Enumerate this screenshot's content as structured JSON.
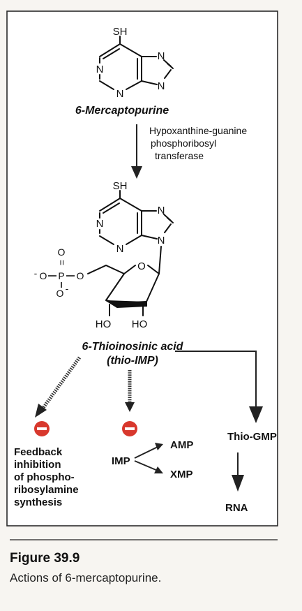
{
  "compounds": {
    "mercaptopurine": {
      "name": "6-Mercaptopurine",
      "atoms": {
        "sh": "SH",
        "n1": "N",
        "n3": "N",
        "n7": "N",
        "n9": "N"
      }
    },
    "thioinosinic": {
      "name_line1": "6-Thioinosinic acid",
      "name_line2": "(thio-IMP)",
      "atoms": {
        "sh": "SH",
        "n1": "N",
        "n3": "N",
        "n7": "N",
        "n9": "N",
        "ring_o": "O",
        "ho_left": "HO",
        "ho_right": "HO"
      },
      "phosphate": {
        "o_double": "O",
        "eq_top": "=",
        "o_minus_left": "O",
        "minus_left": "-",
        "phosphorus": "P",
        "o_bridge": "O",
        "o_minus_bottom": "O",
        "minus_bottom": "-"
      }
    }
  },
  "enzyme": {
    "line1": "Hypoxanthine-guanine",
    "line2": "phosphoribosyl",
    "line3": "transferase"
  },
  "outcomes": {
    "feedback": {
      "line1": "Feedback",
      "line2": "inhibition",
      "line3": "of phospho-",
      "line4": "ribosylamine",
      "line5": "synthesis"
    },
    "imp": "IMP",
    "amp": "AMP",
    "xmp": "XMP",
    "thio_gmp": "Thio-GMP",
    "rna": "RNA"
  },
  "caption": {
    "label": "Figure 39.9",
    "text": "Actions of 6-mercaptopurine."
  },
  "colors": {
    "inhibition": "#d8382d",
    "line": "#222222",
    "panel": "#ffffff"
  },
  "icons": {
    "inhibition": "inhibition-minus-icon"
  }
}
